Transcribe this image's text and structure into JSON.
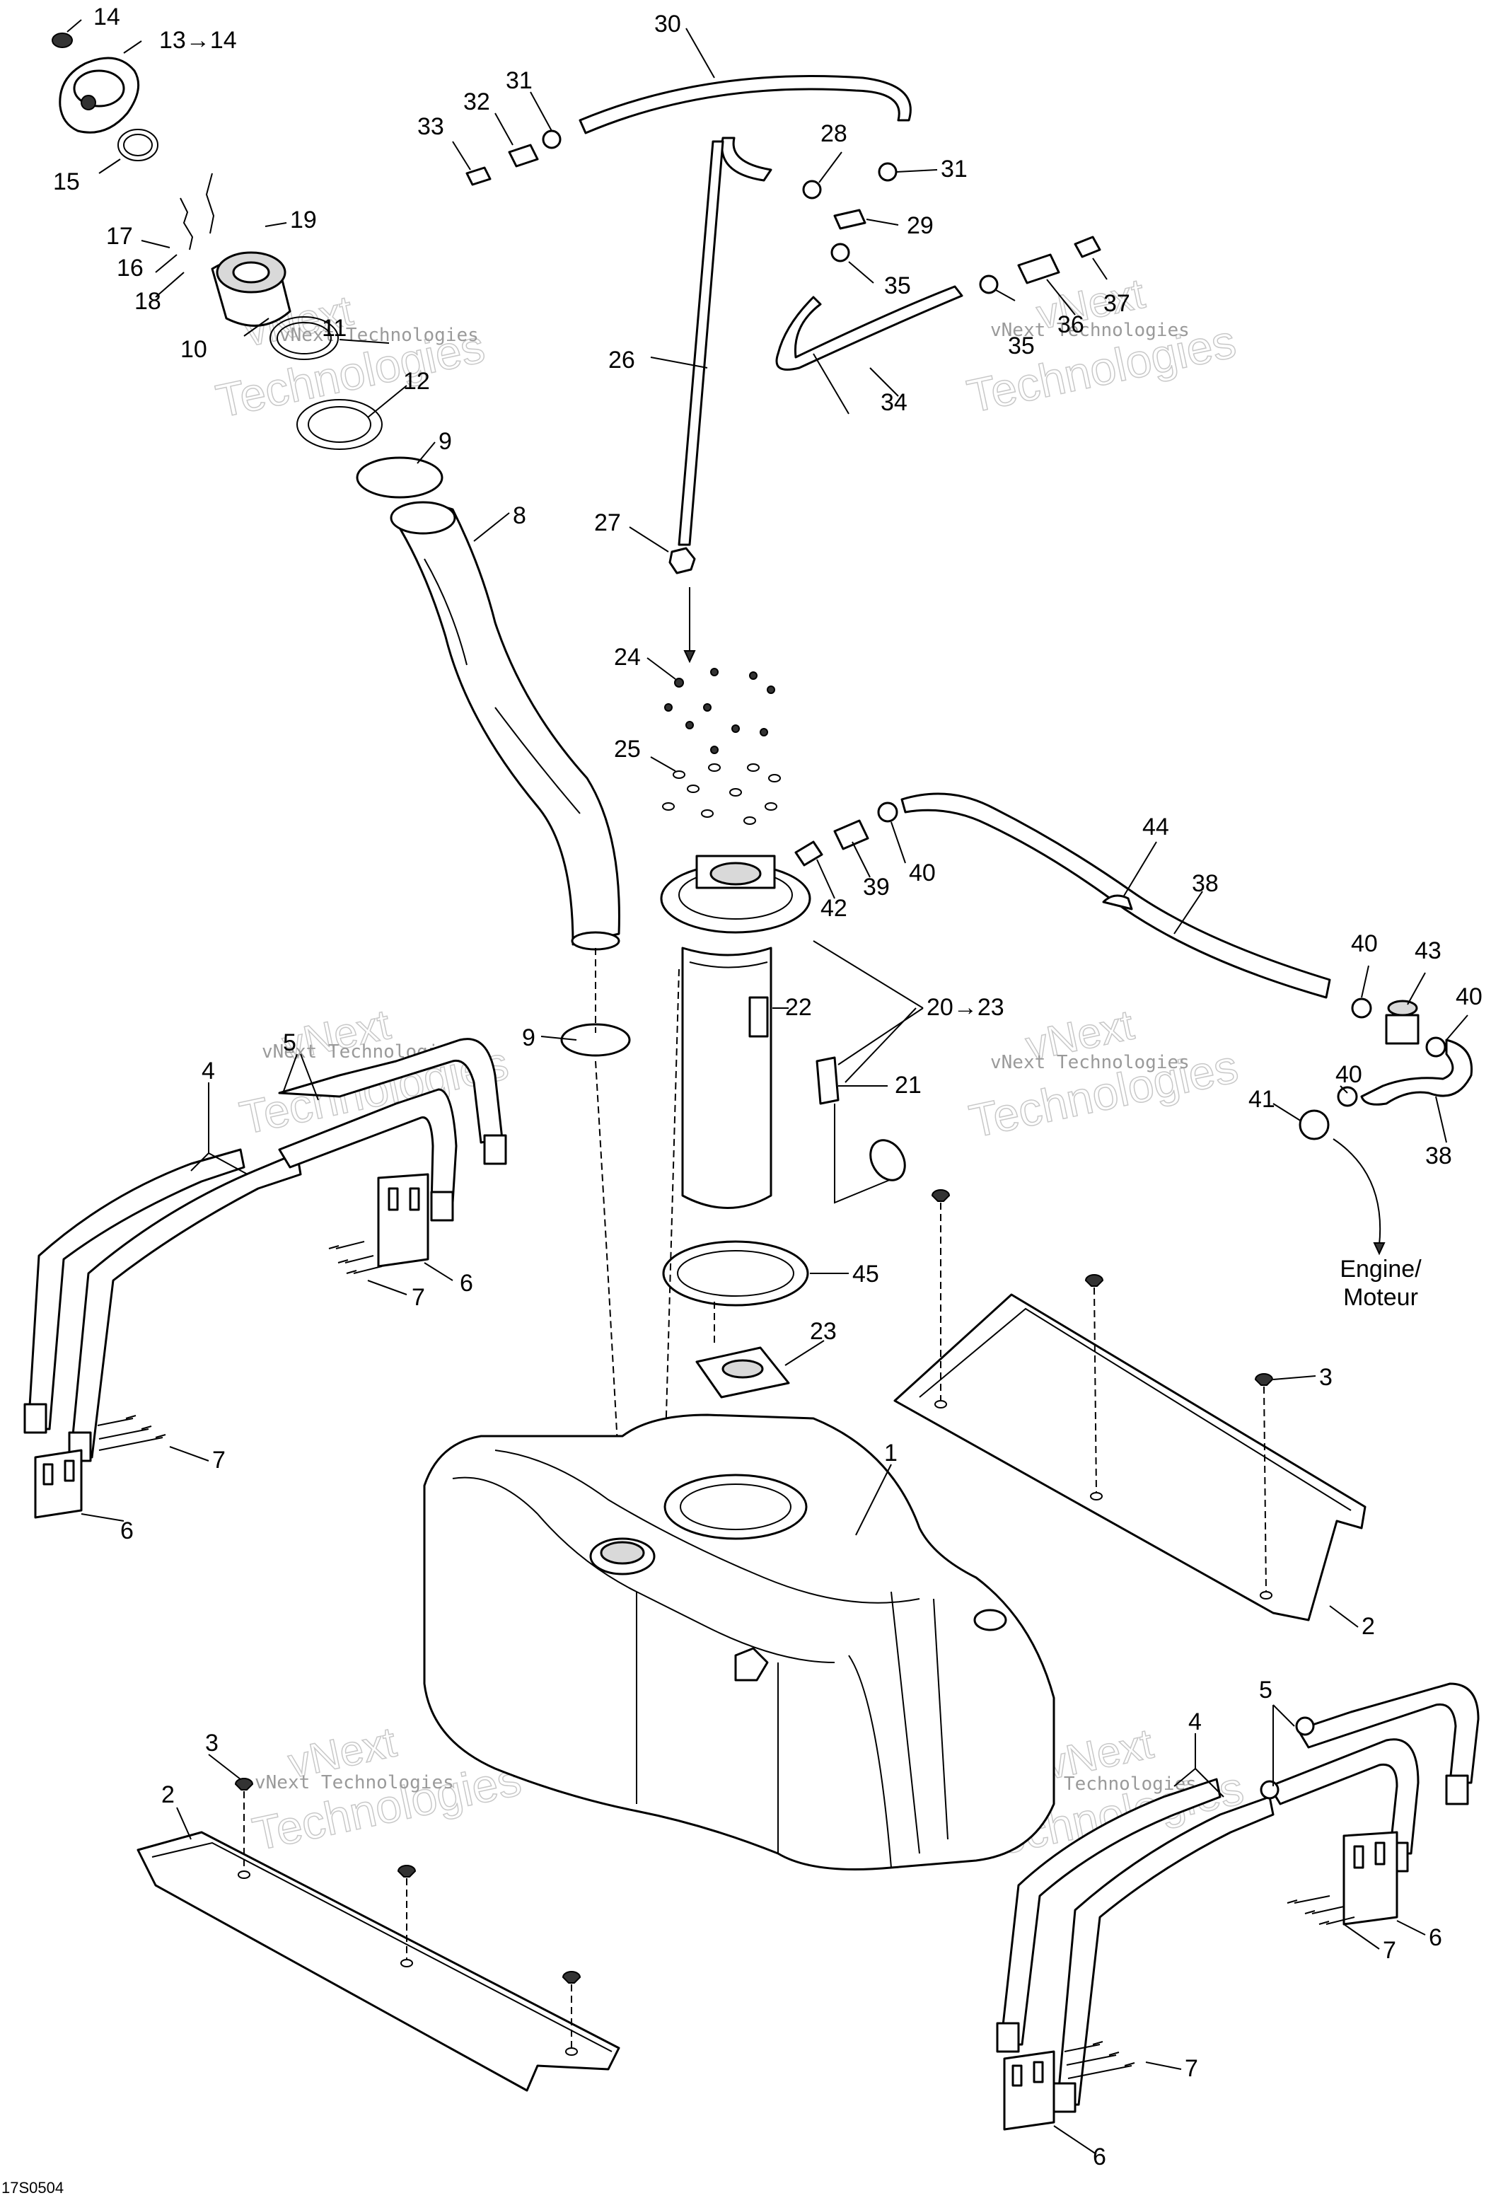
{
  "diagram": {
    "labels": [
      "1",
      "2",
      "3",
      "4",
      "5",
      "6",
      "7",
      "8",
      "9",
      "10",
      "11",
      "12",
      "13→14",
      "14",
      "15",
      "16",
      "17",
      "18",
      "19",
      "20→23",
      "21",
      "22",
      "23",
      "24",
      "25",
      "26",
      "27",
      "28",
      "29",
      "30",
      "31",
      "32",
      "33",
      "34",
      "35",
      "36",
      "37",
      "38",
      "39",
      "40",
      "41",
      "42",
      "43",
      "44",
      "45"
    ],
    "note_engine": "Engine/",
    "note_moteur": "Moteur",
    "drawing_code": "17S0504",
    "watermark_company": "vNext Technologies",
    "watermark_big_1": "vNext",
    "watermark_big_2": "Technologies"
  }
}
